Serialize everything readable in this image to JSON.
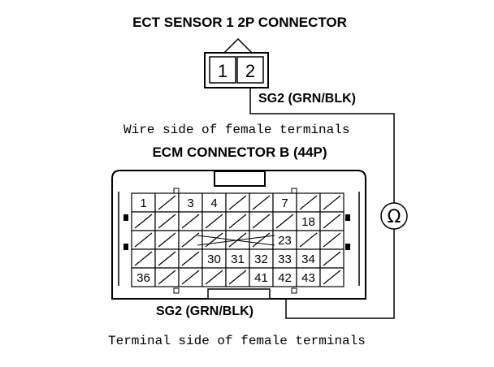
{
  "ect_connector": {
    "title": "ECT SENSOR 1 2P CONNECTOR",
    "pin1": "1",
    "pin2": "2",
    "wire_label": "SG2 (GRN/BLK)"
  },
  "wire_side_caption": "Wire side of female terminals",
  "ecm_connector": {
    "title": "ECM CONNECTOR B (44P)",
    "rows": [
      [
        "1",
        "/",
        "3",
        "4",
        "/",
        "/",
        "7",
        "/",
        "/"
      ],
      [
        "/",
        "/",
        "/",
        "/",
        "/",
        "/",
        "/",
        "18",
        "/"
      ],
      [
        "/",
        "/",
        "/",
        "/",
        "/",
        "/",
        "23",
        "/",
        "/"
      ],
      [
        "/",
        "/",
        "/",
        "30",
        "31",
        "32",
        "33",
        "34",
        "/"
      ],
      [
        "36",
        "/",
        "/",
        "/",
        "/",
        "41",
        "42",
        "43",
        "/"
      ]
    ],
    "wire_label": "SG2 (GRN/BLK)"
  },
  "meter_symbol": "Ω",
  "terminal_side_caption": "Terminal side of female terminals"
}
